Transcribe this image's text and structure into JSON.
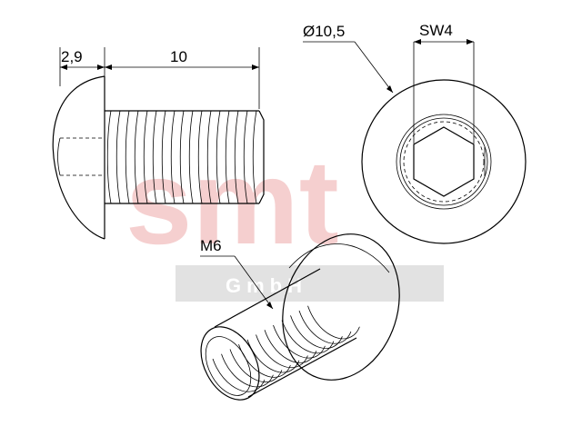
{
  "dimensions": {
    "head_height": "2,9",
    "thread_length": "10",
    "head_diameter": "Ø10,5",
    "hex_size": "SW4",
    "thread_size": "M6"
  },
  "watermark": {
    "logo_text": "smt",
    "sub_text": "GmbH",
    "logo_color": "#f4c7c7",
    "band_color": "#e2e2e2"
  },
  "colors": {
    "line": "#000000"
  }
}
